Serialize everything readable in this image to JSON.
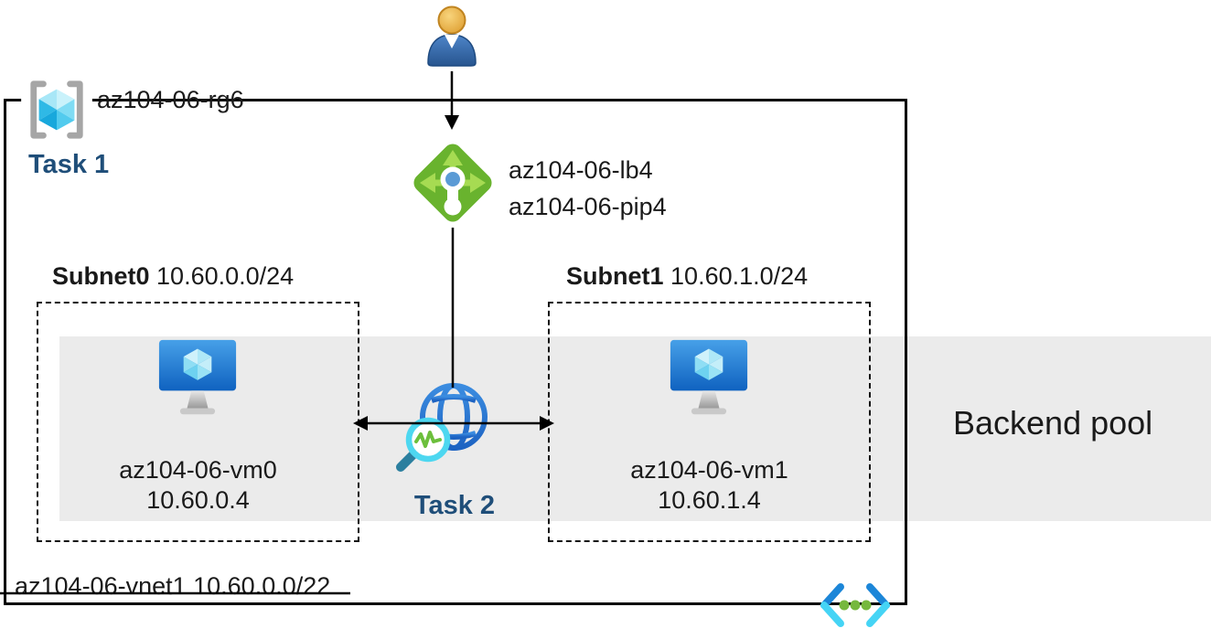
{
  "resource_group": {
    "label": "az104-06-rg6",
    "task": "Task 1"
  },
  "load_balancer": {
    "name": "az104-06-lb4",
    "public_ip": "az104-06-pip4"
  },
  "subnets": [
    {
      "name": "Subnet0",
      "cidr": "10.60.0.0/24",
      "vm_name": "az104-06-vm0",
      "vm_ip": "10.60.0.4"
    },
    {
      "name": "Subnet1",
      "cidr": "10.60.1.0/24",
      "vm_name": "az104-06-vm1",
      "vm_ip": "10.60.1.4"
    }
  ],
  "backend_pool_label": "Backend pool",
  "task2_label": "Task 2",
  "vnet_label": "az104-06-vnet1 10.60.0.0/22",
  "icons": {
    "resource-group-icon": "azure resource group (cube in brackets)",
    "user-icon": "person silhouette",
    "load-balancer-icon": "green diamond load balancer",
    "vm-icon": "virtual machine monitor with cube",
    "globe-monitor-icon": "globe with magnifier health probe",
    "vnet-icon": "virtual network angle brackets with dots"
  },
  "colors": {
    "task_text": "#1f4e79",
    "band_bg": "#ebebeb",
    "border": "#000000",
    "lb_green": "#69b32e",
    "lb_light_green": "#a6db52",
    "azure_blue": "#2e7ad0",
    "cyan": "#45d4f5",
    "dot_green": "#76b83e",
    "bracket_gray": "#a6a6a6",
    "head_orange": "#e8a33d",
    "body_blue": "#34629f"
  }
}
